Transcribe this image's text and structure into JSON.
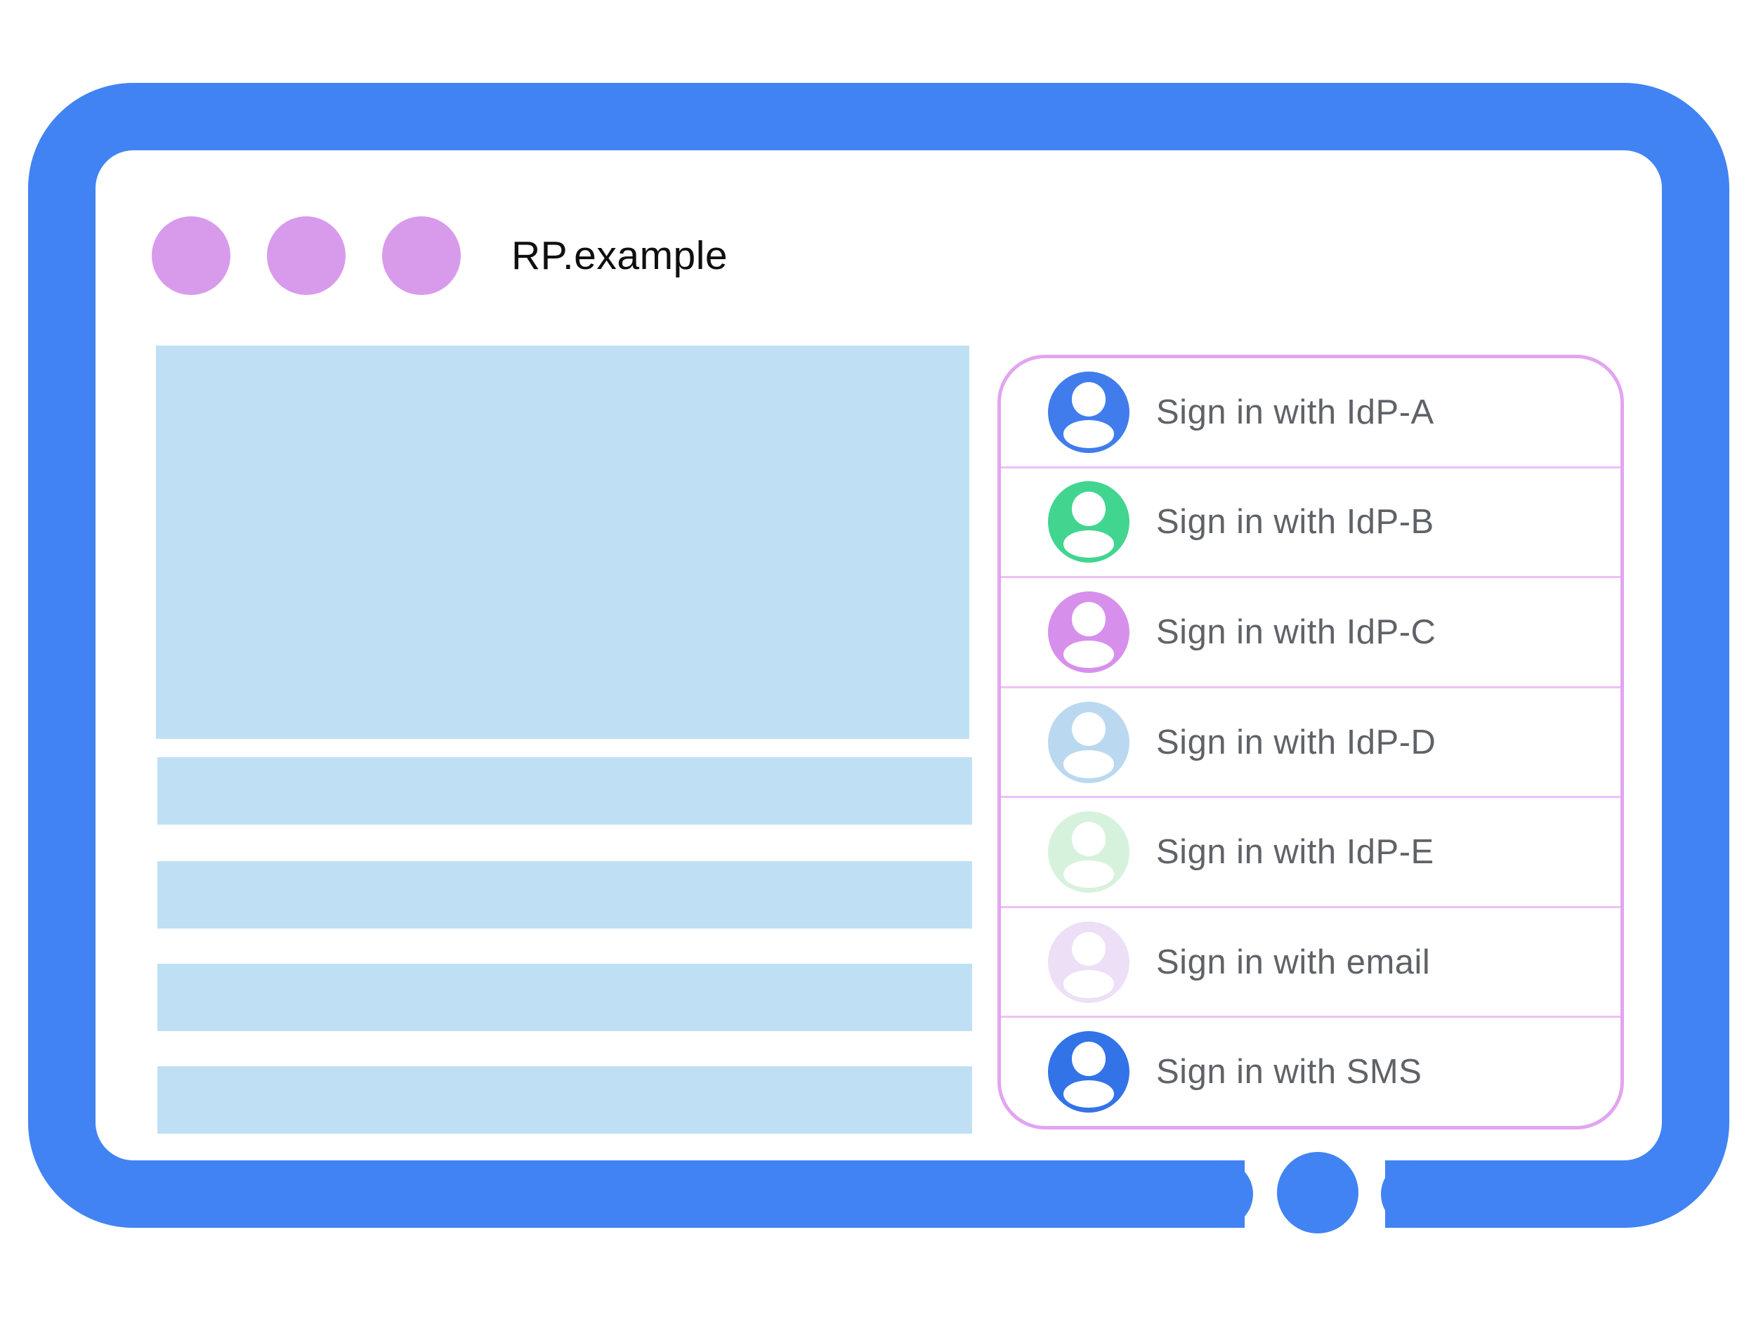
{
  "window": {
    "title": "RP.example",
    "frame_color": "#4183F2",
    "dot_color": "#D89BEC"
  },
  "content": {
    "placeholder_color": "#BFE0F4",
    "placeholder_bar_count": 4
  },
  "dialog": {
    "border_color": "#E2A4F1",
    "divider_color": "#EFC0F7",
    "label_color": "#5F6368",
    "options": [
      {
        "label": "Sign in with IdP-A",
        "avatar_color": "#407CEC"
      },
      {
        "label": "Sign in with IdP-B",
        "avatar_color": "#41D590"
      },
      {
        "label": "Sign in with IdP-C",
        "avatar_color": "#D78FEC"
      },
      {
        "label": "Sign in with IdP-D",
        "avatar_color": "#BAD9F1"
      },
      {
        "label": "Sign in with IdP-E",
        "avatar_color": "#D7F2DC"
      },
      {
        "label": "Sign in with email",
        "avatar_color": "#ECDFF6"
      },
      {
        "label": "Sign in with SMS",
        "avatar_color": "#3373E8"
      }
    ]
  },
  "home_button_color": "#4183F2"
}
